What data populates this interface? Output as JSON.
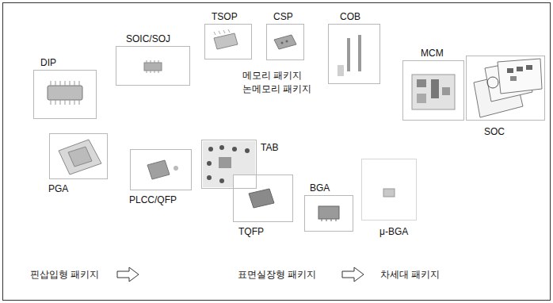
{
  "diagram": {
    "nodes": [
      {
        "text": [
          "DIP"
        ]
      },
      {
        "text": [
          "SOIC/SOJ"
        ]
      },
      {
        "text": [
          "TSOP"
        ]
      },
      {
        "text": [
          "CSP"
        ]
      },
      {
        "text": [
          "COB"
        ]
      },
      {
        "text": [
          "MCM"
        ]
      },
      {
        "text": [
          "SOC"
        ]
      },
      {
        "text": [
          "PGA"
        ]
      },
      {
        "text": [
          "PLCC/QFP"
        ]
      },
      {
        "text": [
          "TAB"
        ]
      },
      {
        "text": [
          "TQFP"
        ]
      },
      {
        "text": [
          "BGA"
        ]
      },
      {
        "text": [
          "μ-BGA"
        ]
      }
    ],
    "labels": [
      "메모리 패키지",
      "논메모리 패키지",
      "핀삽입형 패키지",
      "표면실장형 패키지",
      "차세대 패키지"
    ]
  }
}
